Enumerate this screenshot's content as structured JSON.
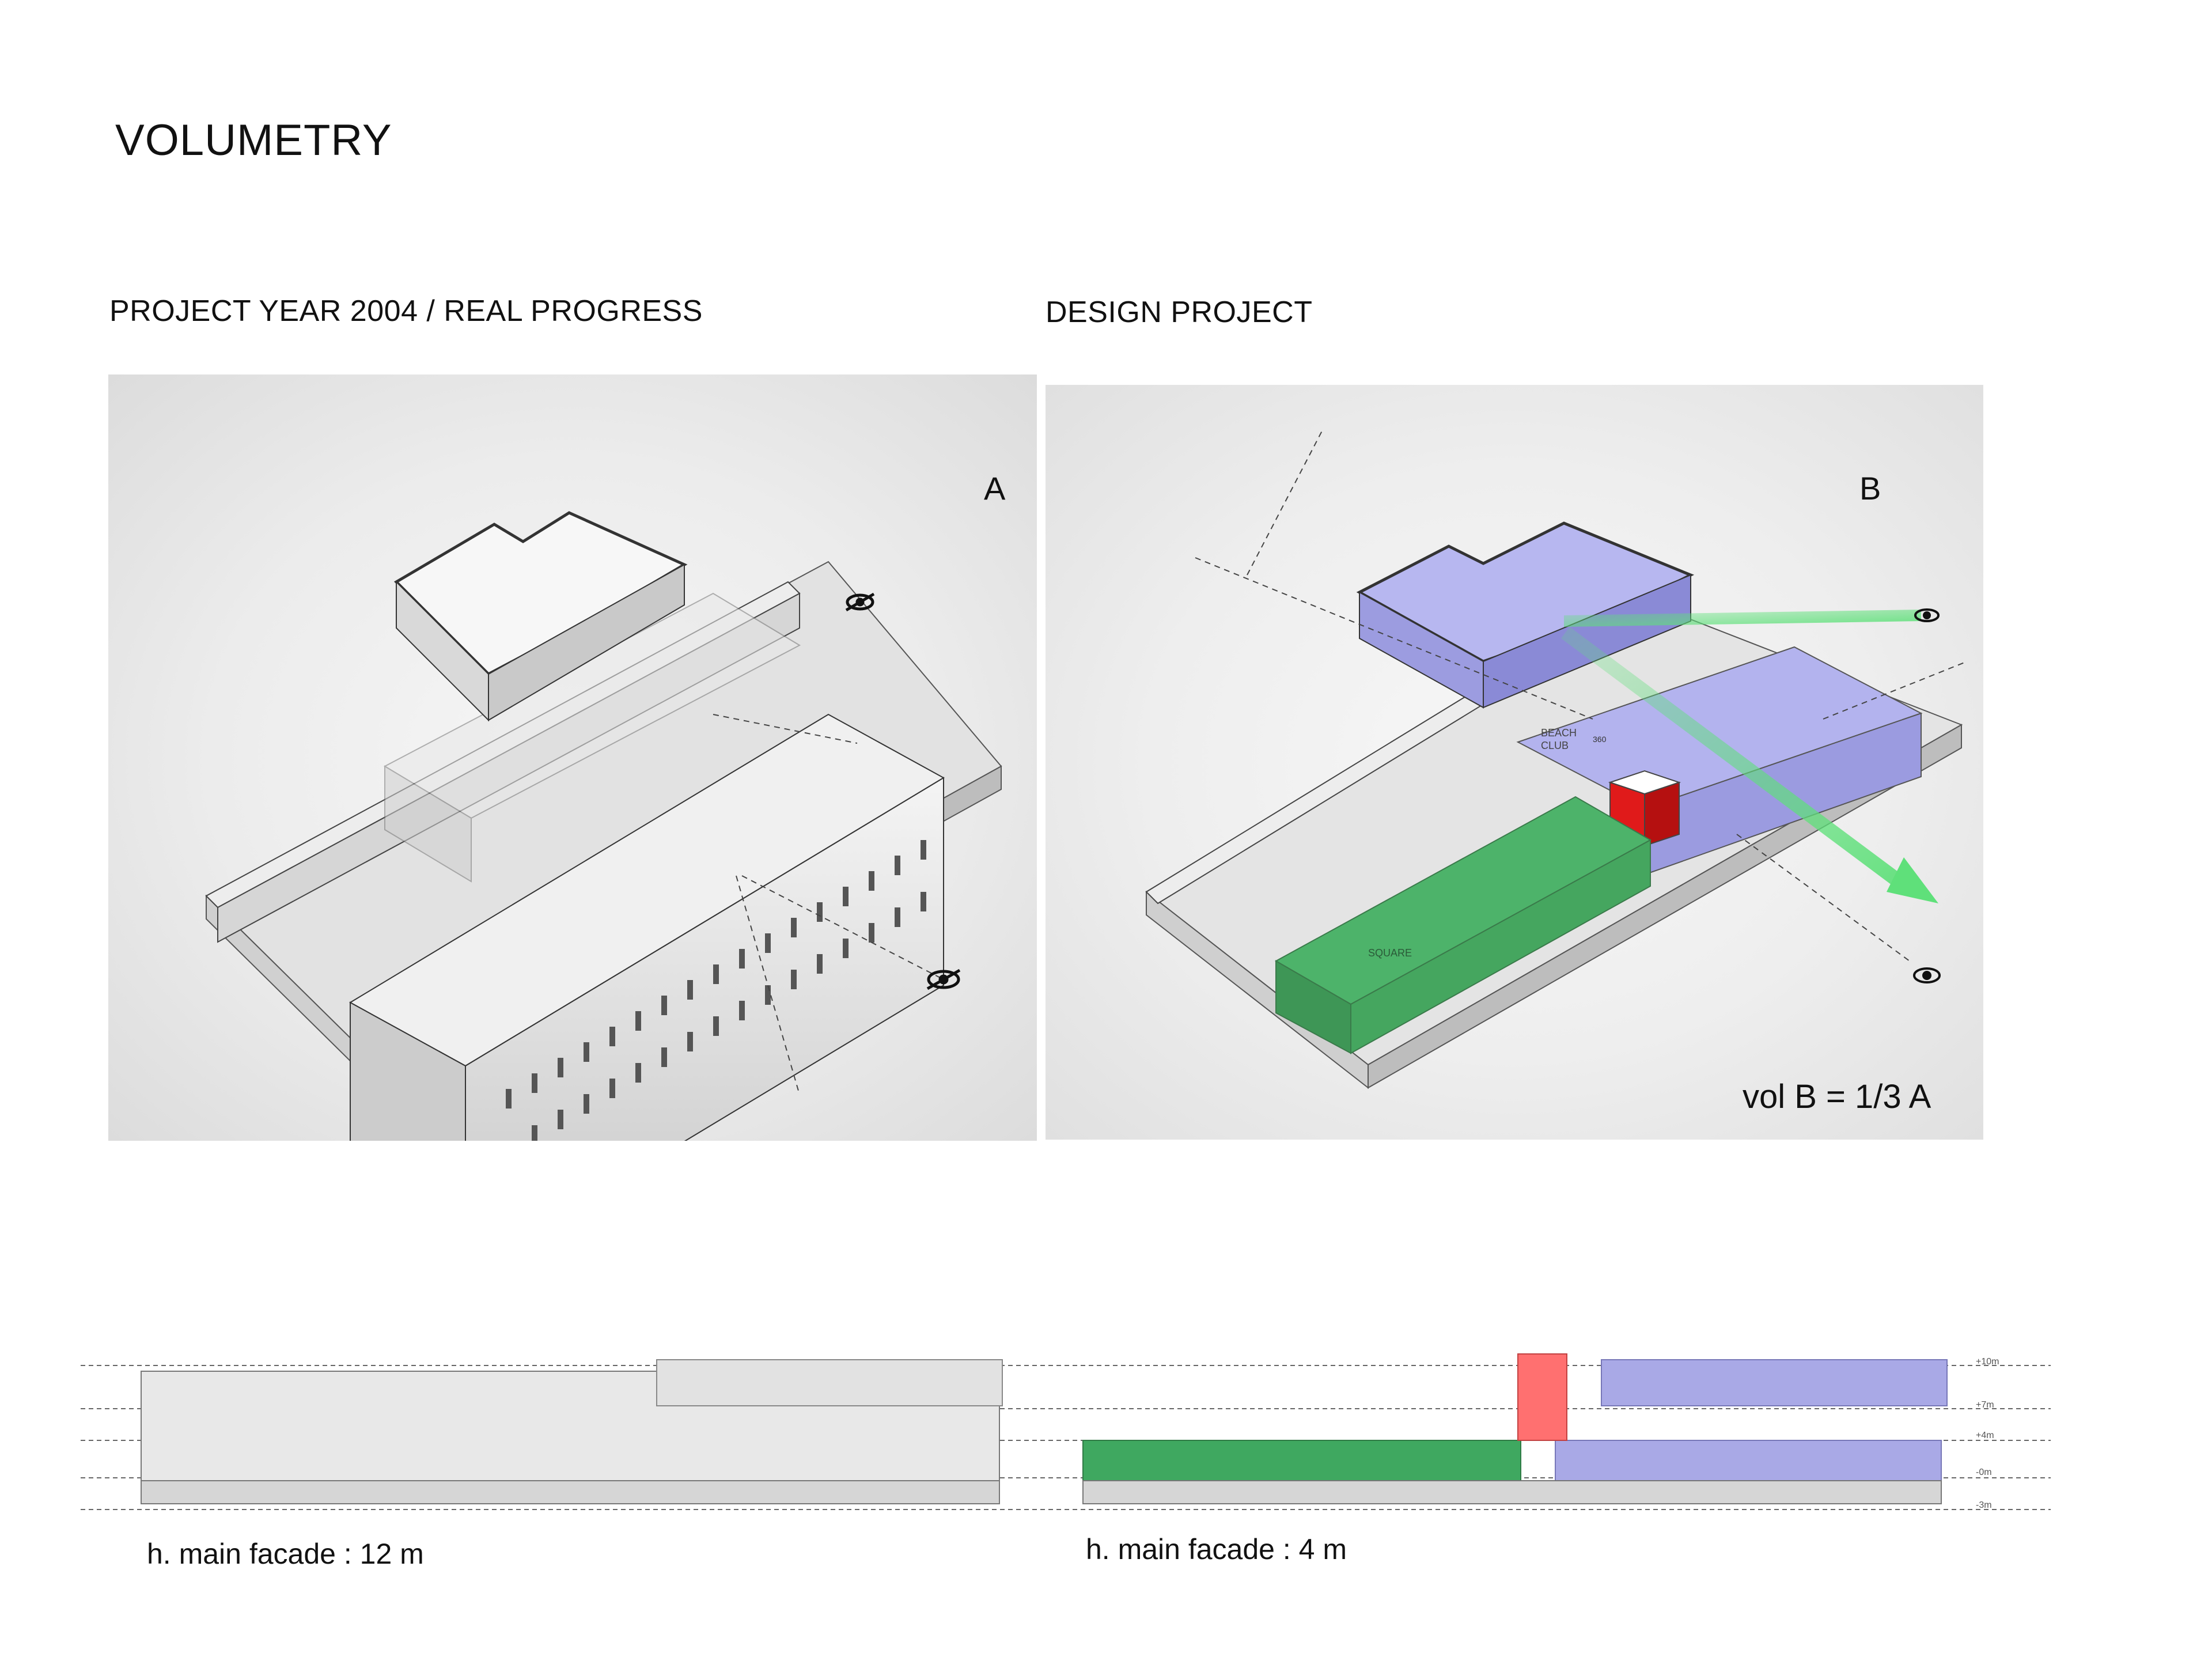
{
  "title": "VOLUMETRY",
  "subtitles": {
    "left": "PROJECT YEAR 2004 / REAL PROGRESS",
    "right": "DESIGN PROJECT"
  },
  "panel_a": {
    "label": "A"
  },
  "panel_b": {
    "label": "B",
    "zones": {
      "beach_club_line1": "BEACH",
      "beach_club_line2": "CLUB",
      "square": "SQUARE",
      "badge": "360"
    },
    "volume_note": "vol B = 1/3 A"
  },
  "elevation": {
    "levels": [
      "+10m",
      "+7m",
      "+4m",
      "-0m",
      "-3m"
    ],
    "note_left": "h. main facade : 12 m",
    "note_right": "h. main facade : 4 m"
  },
  "colors": {
    "purple": "#a9a9e6",
    "green": "#3fa860",
    "red": "#e01a1a",
    "arrow_green": "#5fe07a"
  },
  "icons": [
    "eye-icon",
    "eye-crossed-icon",
    "pedestrians-icon",
    "lighthouse-icon",
    "mountain-icon",
    "waves-icon",
    "swimmer-icon",
    "beach-umbrella-icon",
    "head-profile-icon"
  ]
}
